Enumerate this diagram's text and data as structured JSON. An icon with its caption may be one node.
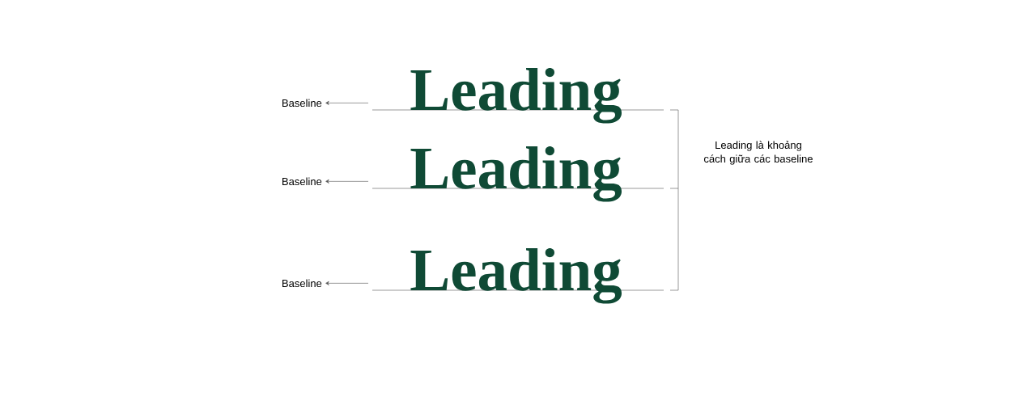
{
  "diagram": {
    "nodes": [
      {
        "text": [
          "Baseline"
        ]
      },
      {
        "text": [
          "Baseline"
        ]
      },
      {
        "text": [
          "Baseline"
        ]
      }
    ],
    "edges": [
      {
        "from": null,
        "to": 0,
        "arrow": "to"
      },
      {
        "from": null,
        "to": 1,
        "arrow": "to"
      },
      {
        "from": null,
        "to": 2,
        "arrow": "to"
      }
    ],
    "labels": [
      "Leading",
      "Leading",
      "Leading",
      "Leading là khoảng cách giữa các baseline"
    ]
  }
}
